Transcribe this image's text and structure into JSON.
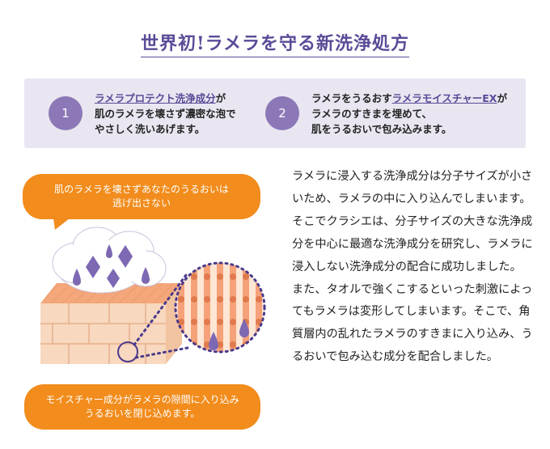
{
  "header": {
    "title": "世界初!ラメラを守る新洗浄処方"
  },
  "steps": [
    {
      "number": "1",
      "highlight": "ラメラプロテクト洗浄成分",
      "text_after": "が",
      "line2": "肌のラメラを壊さず濃密な泡で",
      "line3": "やさしく洗いあげます。"
    },
    {
      "number": "2",
      "text_before": "ラメラをうるおす",
      "highlight": "ラメラモイスチャーEX",
      "text_after": "が",
      "line2": "ラメラのすきまを埋めて、",
      "line3": "肌をうるおいで包み込みます。"
    }
  ],
  "callouts": {
    "top": {
      "line1": "肌のラメラを壊さずあなたのうるおいは",
      "line2": "逃げ出さない"
    },
    "bottom": {
      "line1": "モイスチャー成分がラメラの隙間に入り込み",
      "line2": "うるおいを閉じ込めます。"
    }
  },
  "body": {
    "paragraph1": "ラメラに浸入する洗浄成分は分子サイズが小さいため、ラメラの中に入り込んでしまいます。そこでクラシエは、分子サイズの大きな洗浄成分を中心に最適な洗浄成分を研究し、ラメラに浸入しない洗浄成分の配合に成功しました。",
    "paragraph2": "また、タオルで強くこするといった刺激によってもラメラは変形してしまいます。そこで、角質層内の乱れたラメラのすきまに入り込み、うるおいで包み込む成分を配合しました。"
  },
  "colors": {
    "accent_purple": "#5b4a97",
    "badge_purple": "#8c78b7",
    "banner_bg": "#e9e6f1",
    "callout_orange": "#f28c1c",
    "drop_purple": "#7d68b3",
    "skin_top": "#f3a77b",
    "skin_bricks": "#f8d8bf"
  },
  "icons": [
    "purple-droplet-icon",
    "purple-diamond-icon",
    "foam-cloud",
    "skin-layer",
    "magnifier-circle"
  ]
}
